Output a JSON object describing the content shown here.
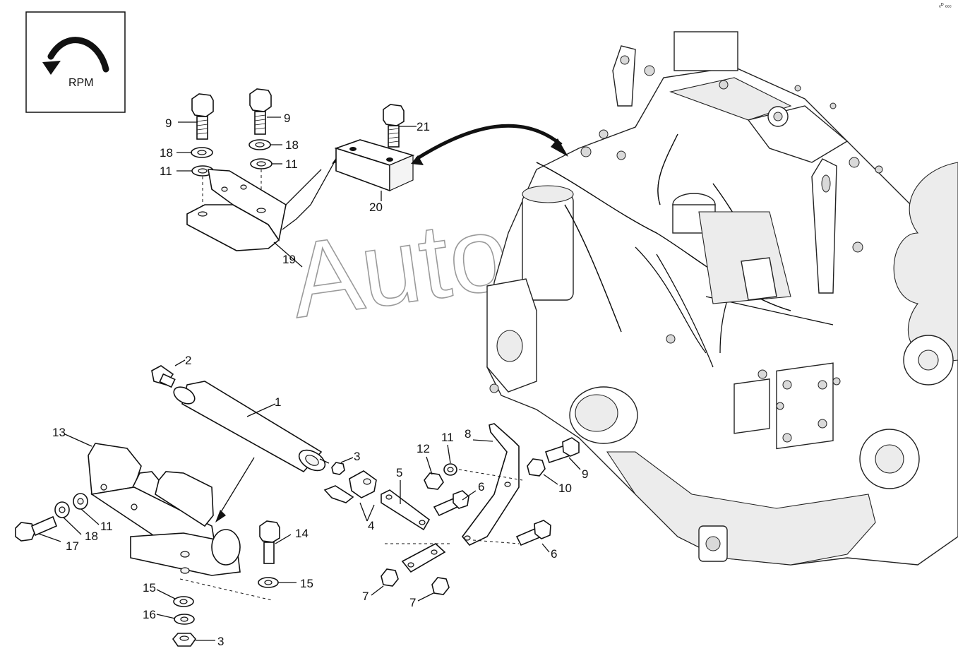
{
  "rpm_box": {
    "label": "RPM",
    "icon": "rotation-arrow-icon"
  },
  "watermark": "Autos",
  "corner_mark": "ₑᴰ ₑₑₑ",
  "callouts": {
    "c9a": "9",
    "c18a": "18",
    "c11a": "11",
    "c9b": "9",
    "c18b": "18",
    "c11b": "11",
    "c19": "19",
    "c20": "20",
    "c21": "21",
    "c2": "2",
    "c1": "1",
    "c13": "13",
    "c3a": "3",
    "c4": "4",
    "c5": "5",
    "c12": "12",
    "c11c": "11",
    "c8": "8",
    "c6a": "6",
    "c9c": "9",
    "c10": "10",
    "c6b": "6",
    "c17": "17",
    "c18c": "18",
    "c11d": "11",
    "c14": "14",
    "c15a": "15",
    "c15b": "15",
    "c16": "16",
    "c3b": "3",
    "c7a": "7",
    "c7b": "7"
  }
}
